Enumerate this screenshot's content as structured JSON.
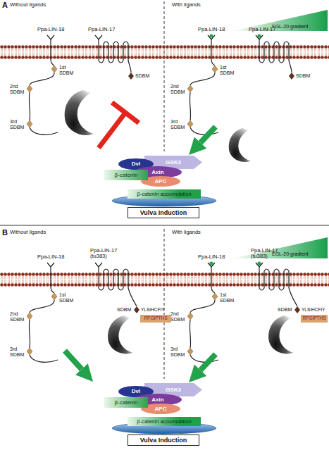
{
  "diagram": {
    "nodes": [
      {
        "text": [
          "Dvl"
        ]
      },
      {
        "text": [
          "GSK3"
        ]
      },
      {
        "text": [
          "Axin"
        ]
      },
      {
        "text": [
          "β-catenin"
        ]
      },
      {
        "text": [
          "APC"
        ]
      },
      {
        "text": [
          "β-catenin accumulation"
        ]
      },
      {
        "text": [
          "Vulva Induction"
        ]
      },
      {
        "text": [
          "RPGIPTHS"
        ]
      },
      {
        "text": [
          "RPGIPTHS"
        ]
      },
      {
        "text": [
          "Dvl"
        ]
      },
      {
        "text": [
          "GSK3"
        ]
      },
      {
        "text": [
          "Axin"
        ]
      },
      {
        "text": [
          "β-catenin"
        ]
      },
      {
        "text": [
          "APC"
        ]
      },
      {
        "text": [
          "β-catenin accumulation"
        ]
      },
      {
        "text": [
          "Vulva Induction"
        ]
      }
    ],
    "labels": [
      "A",
      "Without ligands",
      "With ligands",
      "EGL-20 gradient",
      "Ppa-LIN-18",
      "Ppa-LIN-17",
      "1st SDBM",
      "2nd SDBM",
      "3rd SDBM",
      "SDBM",
      "Ppa-LIN-18",
      "Ppa-LIN-17",
      "2nd SDBM",
      "1st SDBM",
      "3rd SDBM",
      "SDBM",
      "B",
      "Without ligands",
      "With ligands",
      "EGL-20 gradient",
      "Ppa-LIN-18",
      "Ppa-LIN-17 (tu383)",
      "1st SDBM",
      "2nd SDBM",
      "3rd SDBM",
      "SDBM",
      "YLSIHCFIY",
      "Ppa-LIN-18",
      "Ppa-LIN-17 (tu383)",
      "2nd SDBM",
      "1st SDBM",
      "3rd SDBM",
      "SDBM",
      "YLSIHCFIY"
    ]
  }
}
